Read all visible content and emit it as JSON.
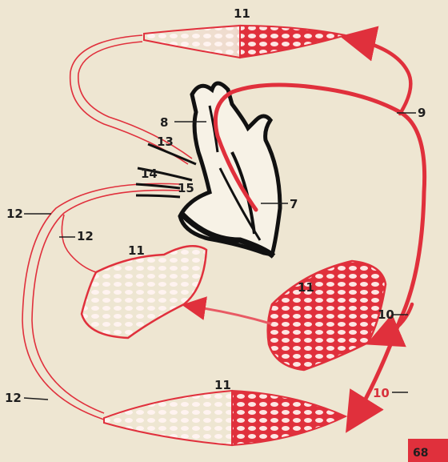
{
  "labels": {
    "l7": "7",
    "l8": "8",
    "l9": "9",
    "l10a": "10",
    "l10b": "10",
    "l11_top": "11",
    "l11_mid_left": "11",
    "l11_mid_right": "11",
    "l11_bottom": "11",
    "l12_a": "12",
    "l12_b": "12",
    "l12_c": "12",
    "l13": "13",
    "l14": "14",
    "l15": "15"
  },
  "page_number": "68",
  "colors": {
    "artery_red": "#e0303c",
    "vessel_red_light": "#e85a64",
    "heart_black": "#111111",
    "background": "#eee6d2",
    "badge": "#e0303c"
  }
}
